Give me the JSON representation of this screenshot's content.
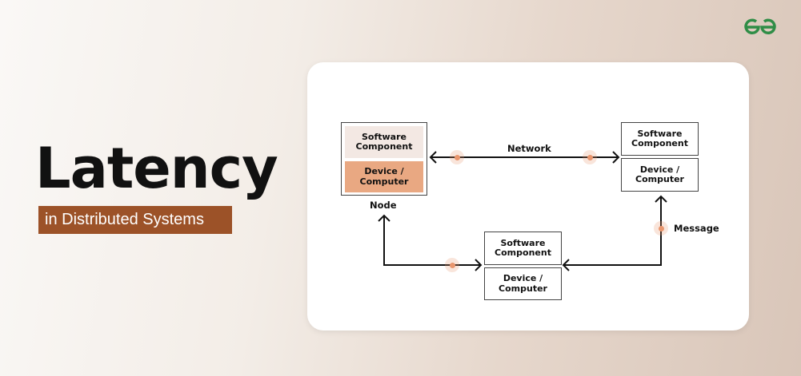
{
  "brand": {
    "logo": "GfG",
    "color": "#2f8d46"
  },
  "title": "Latency",
  "subtitle": "in Distributed Systems",
  "diagram": {
    "network_label": "Network",
    "node_label": "Node",
    "message_label": "Message",
    "nodes": [
      {
        "software": "Software Component",
        "device": "Device / Computer"
      },
      {
        "software": "Software Component",
        "device": "Device / Computer"
      },
      {
        "software": "Software Component",
        "device": "Device / Computer"
      }
    ]
  },
  "colors": {
    "accent": "#e9a882",
    "soft": "#f3e8e3",
    "subtitle_bg": "#9c5228"
  }
}
